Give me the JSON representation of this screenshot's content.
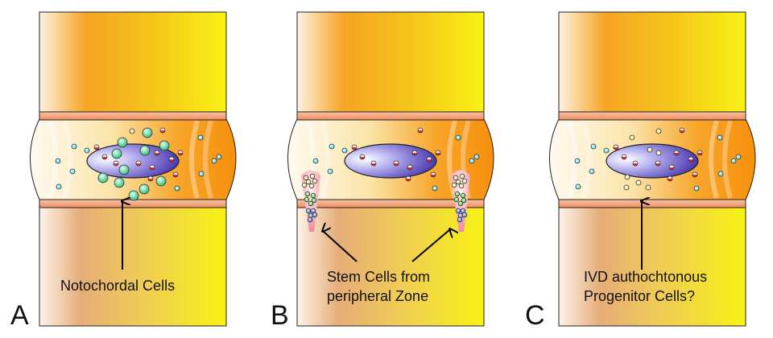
{
  "panels": [
    {
      "id": "A",
      "letter": "A",
      "caption_lines": [
        "Notochordal Cells"
      ],
      "arrow_type": "vertical",
      "has_large_green_cells": true,
      "has_stem_niches": false,
      "has_yellow_small_cells": false
    },
    {
      "id": "B",
      "letter": "B",
      "caption_lines": [
        "Stem Cells from",
        "peripheral Zone"
      ],
      "arrow_type": "diagonal-pair",
      "has_large_green_cells": false,
      "has_stem_niches": true,
      "has_yellow_small_cells": false
    },
    {
      "id": "C",
      "letter": "C",
      "caption_lines": [
        "IVD authochtonous",
        "Progenitor Cells?"
      ],
      "arrow_type": "vertical",
      "has_large_green_cells": false,
      "has_stem_niches": false,
      "has_yellow_small_cells": true
    }
  ],
  "colors": {
    "vertebra_light": "#fbe9d0",
    "vertebra_orange": "#f5a21e",
    "vertebra_yellow": "#f7f01a",
    "endplate": "#f4a582",
    "nucleus_light": "#e8e6fb",
    "nucleus_dark": "#3b2aa8",
    "disc_orange": "#f7900c",
    "cyan_cell": "#7fe3ef",
    "green_cell": "#39c98c",
    "red_cell": "#e23b3b",
    "yellow_cell": "#f6e98c"
  }
}
